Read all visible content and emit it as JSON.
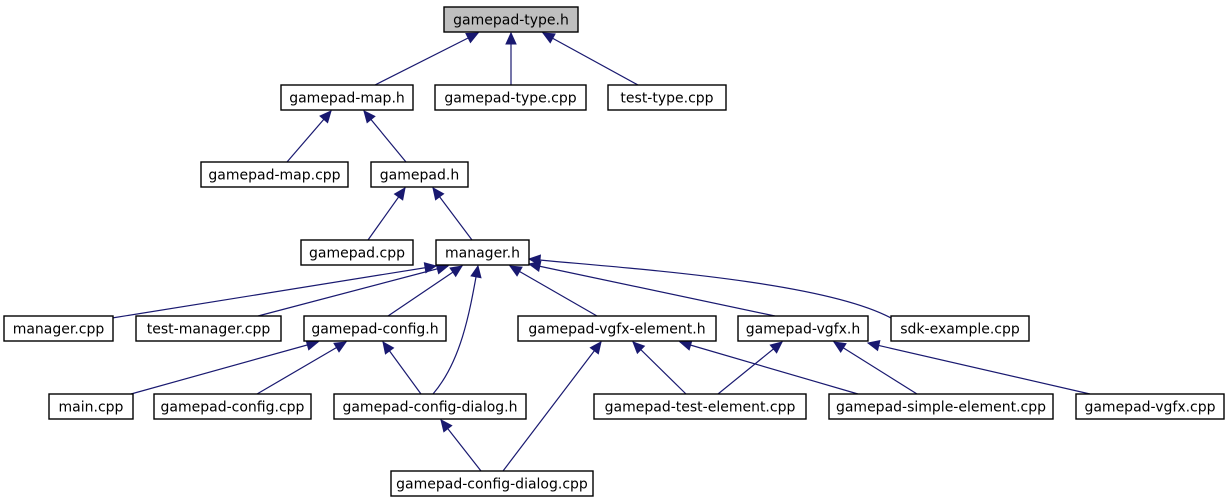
{
  "graph": {
    "colors": {
      "edge": "#191970",
      "root_fill": "#bfbfbf",
      "node_fill": "#ffffff",
      "node_border": "#000000"
    },
    "nodes": [
      {
        "id": "gamepad-type-h",
        "label": "gamepad-type.h",
        "root": true
      },
      {
        "id": "gamepad-map-h",
        "label": "gamepad-map.h"
      },
      {
        "id": "gamepad-type-cpp",
        "label": "gamepad-type.cpp"
      },
      {
        "id": "test-type-cpp",
        "label": "test-type.cpp"
      },
      {
        "id": "gamepad-map-cpp",
        "label": "gamepad-map.cpp"
      },
      {
        "id": "gamepad-h",
        "label": "gamepad.h"
      },
      {
        "id": "gamepad-cpp",
        "label": "gamepad.cpp"
      },
      {
        "id": "manager-h",
        "label": "manager.h"
      },
      {
        "id": "manager-cpp",
        "label": "manager.cpp"
      },
      {
        "id": "test-manager-cpp",
        "label": "test-manager.cpp"
      },
      {
        "id": "gamepad-config-h",
        "label": "gamepad-config.h"
      },
      {
        "id": "gamepad-vgfx-element-h",
        "label": "gamepad-vgfx-element.h"
      },
      {
        "id": "gamepad-vgfx-h",
        "label": "gamepad-vgfx.h"
      },
      {
        "id": "sdk-example-cpp",
        "label": "sdk-example.cpp"
      },
      {
        "id": "main-cpp",
        "label": "main.cpp"
      },
      {
        "id": "gamepad-config-cpp",
        "label": "gamepad-config.cpp"
      },
      {
        "id": "gamepad-config-dialog-h",
        "label": "gamepad-config-dialog.h"
      },
      {
        "id": "gamepad-test-element-cpp",
        "label": "gamepad-test-element.cpp"
      },
      {
        "id": "gamepad-simple-element-cpp",
        "label": "gamepad-simple-element.cpp"
      },
      {
        "id": "gamepad-vgfx-cpp",
        "label": "gamepad-vgfx.cpp"
      },
      {
        "id": "gamepad-config-dialog-cpp",
        "label": "gamepad-config-dialog.cpp"
      }
    ],
    "edges": [
      {
        "from": "gamepad-map-h",
        "to": "gamepad-type-h"
      },
      {
        "from": "gamepad-type-cpp",
        "to": "gamepad-type-h"
      },
      {
        "from": "test-type-cpp",
        "to": "gamepad-type-h"
      },
      {
        "from": "gamepad-map-cpp",
        "to": "gamepad-map-h"
      },
      {
        "from": "gamepad-h",
        "to": "gamepad-map-h"
      },
      {
        "from": "gamepad-cpp",
        "to": "gamepad-h"
      },
      {
        "from": "manager-h",
        "to": "gamepad-h"
      },
      {
        "from": "manager-cpp",
        "to": "manager-h"
      },
      {
        "from": "test-manager-cpp",
        "to": "manager-h"
      },
      {
        "from": "gamepad-config-h",
        "to": "manager-h"
      },
      {
        "from": "gamepad-config-dialog-h",
        "to": "manager-h"
      },
      {
        "from": "gamepad-vgfx-element-h",
        "to": "manager-h"
      },
      {
        "from": "gamepad-vgfx-h",
        "to": "manager-h"
      },
      {
        "from": "sdk-example-cpp",
        "to": "manager-h"
      },
      {
        "from": "main-cpp",
        "to": "gamepad-config-h"
      },
      {
        "from": "gamepad-config-cpp",
        "to": "gamepad-config-h"
      },
      {
        "from": "gamepad-config-dialog-h",
        "to": "gamepad-config-h"
      },
      {
        "from": "gamepad-config-dialog-cpp",
        "to": "gamepad-config-dialog-h"
      },
      {
        "from": "gamepad-config-dialog-cpp",
        "to": "gamepad-vgfx-element-h"
      },
      {
        "from": "gamepad-test-element-cpp",
        "to": "gamepad-vgfx-element-h"
      },
      {
        "from": "gamepad-simple-element-cpp",
        "to": "gamepad-vgfx-element-h"
      },
      {
        "from": "gamepad-test-element-cpp",
        "to": "gamepad-vgfx-h"
      },
      {
        "from": "gamepad-simple-element-cpp",
        "to": "gamepad-vgfx-h"
      },
      {
        "from": "gamepad-vgfx-cpp",
        "to": "gamepad-vgfx-h"
      }
    ]
  }
}
